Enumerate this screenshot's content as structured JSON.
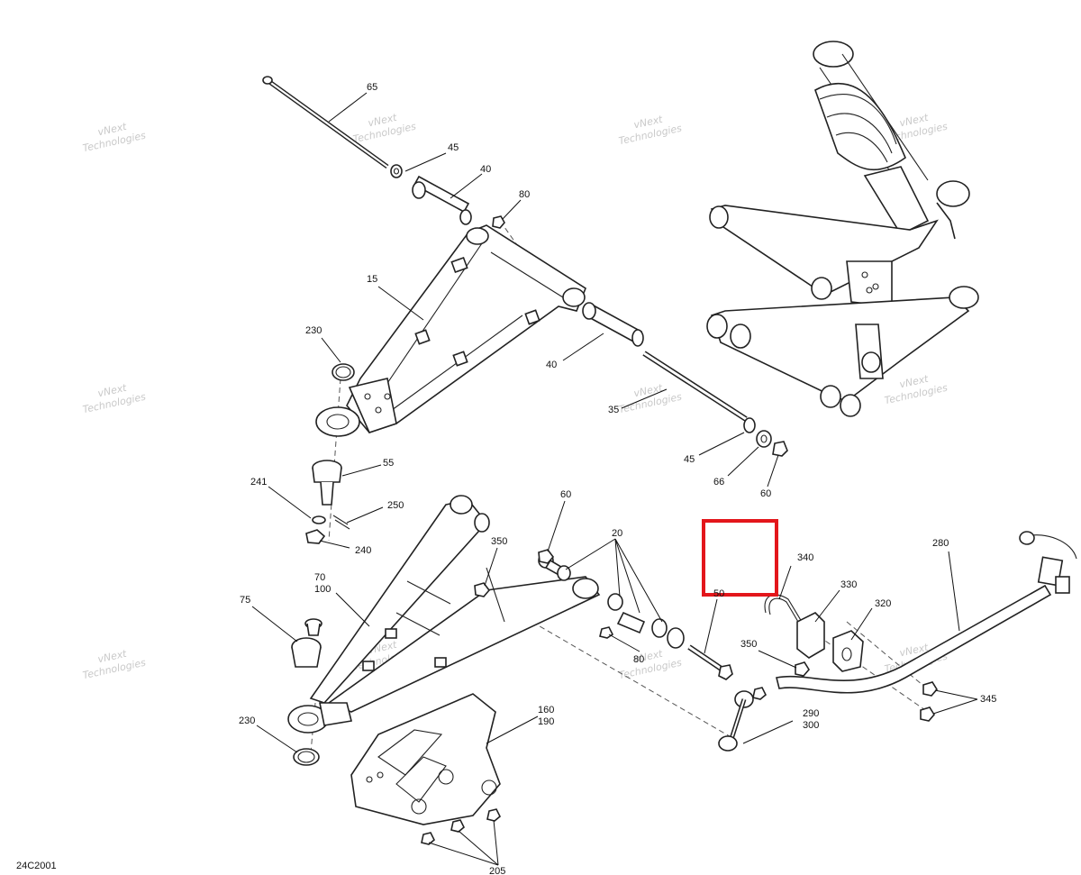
{
  "diagram": {
    "reference": "24C2001",
    "watermark": [
      "vNext",
      "Technologies"
    ],
    "highlight_color": "#e3161b",
    "callouts": {
      "c65": "65",
      "c45a": "45",
      "c40a": "40",
      "c80a": "80",
      "c15": "15",
      "c230a": "230",
      "c40b": "40",
      "c35": "35",
      "c55": "55",
      "c241": "241",
      "c250": "250",
      "c240": "240",
      "c45b": "45",
      "c66": "66",
      "c60a": "60",
      "c60b": "60",
      "c20": "20",
      "c350a": "350",
      "c70": "70",
      "c100": "100",
      "c75": "75",
      "c80b": "80",
      "c50": "50",
      "c340": "340",
      "c330": "330",
      "c320": "320",
      "c280": "280",
      "c350b": "350",
      "c345": "345",
      "c290": "290",
      "c300": "300",
      "c230b": "230",
      "c160": "160",
      "c190": "190",
      "c205": "205"
    }
  }
}
